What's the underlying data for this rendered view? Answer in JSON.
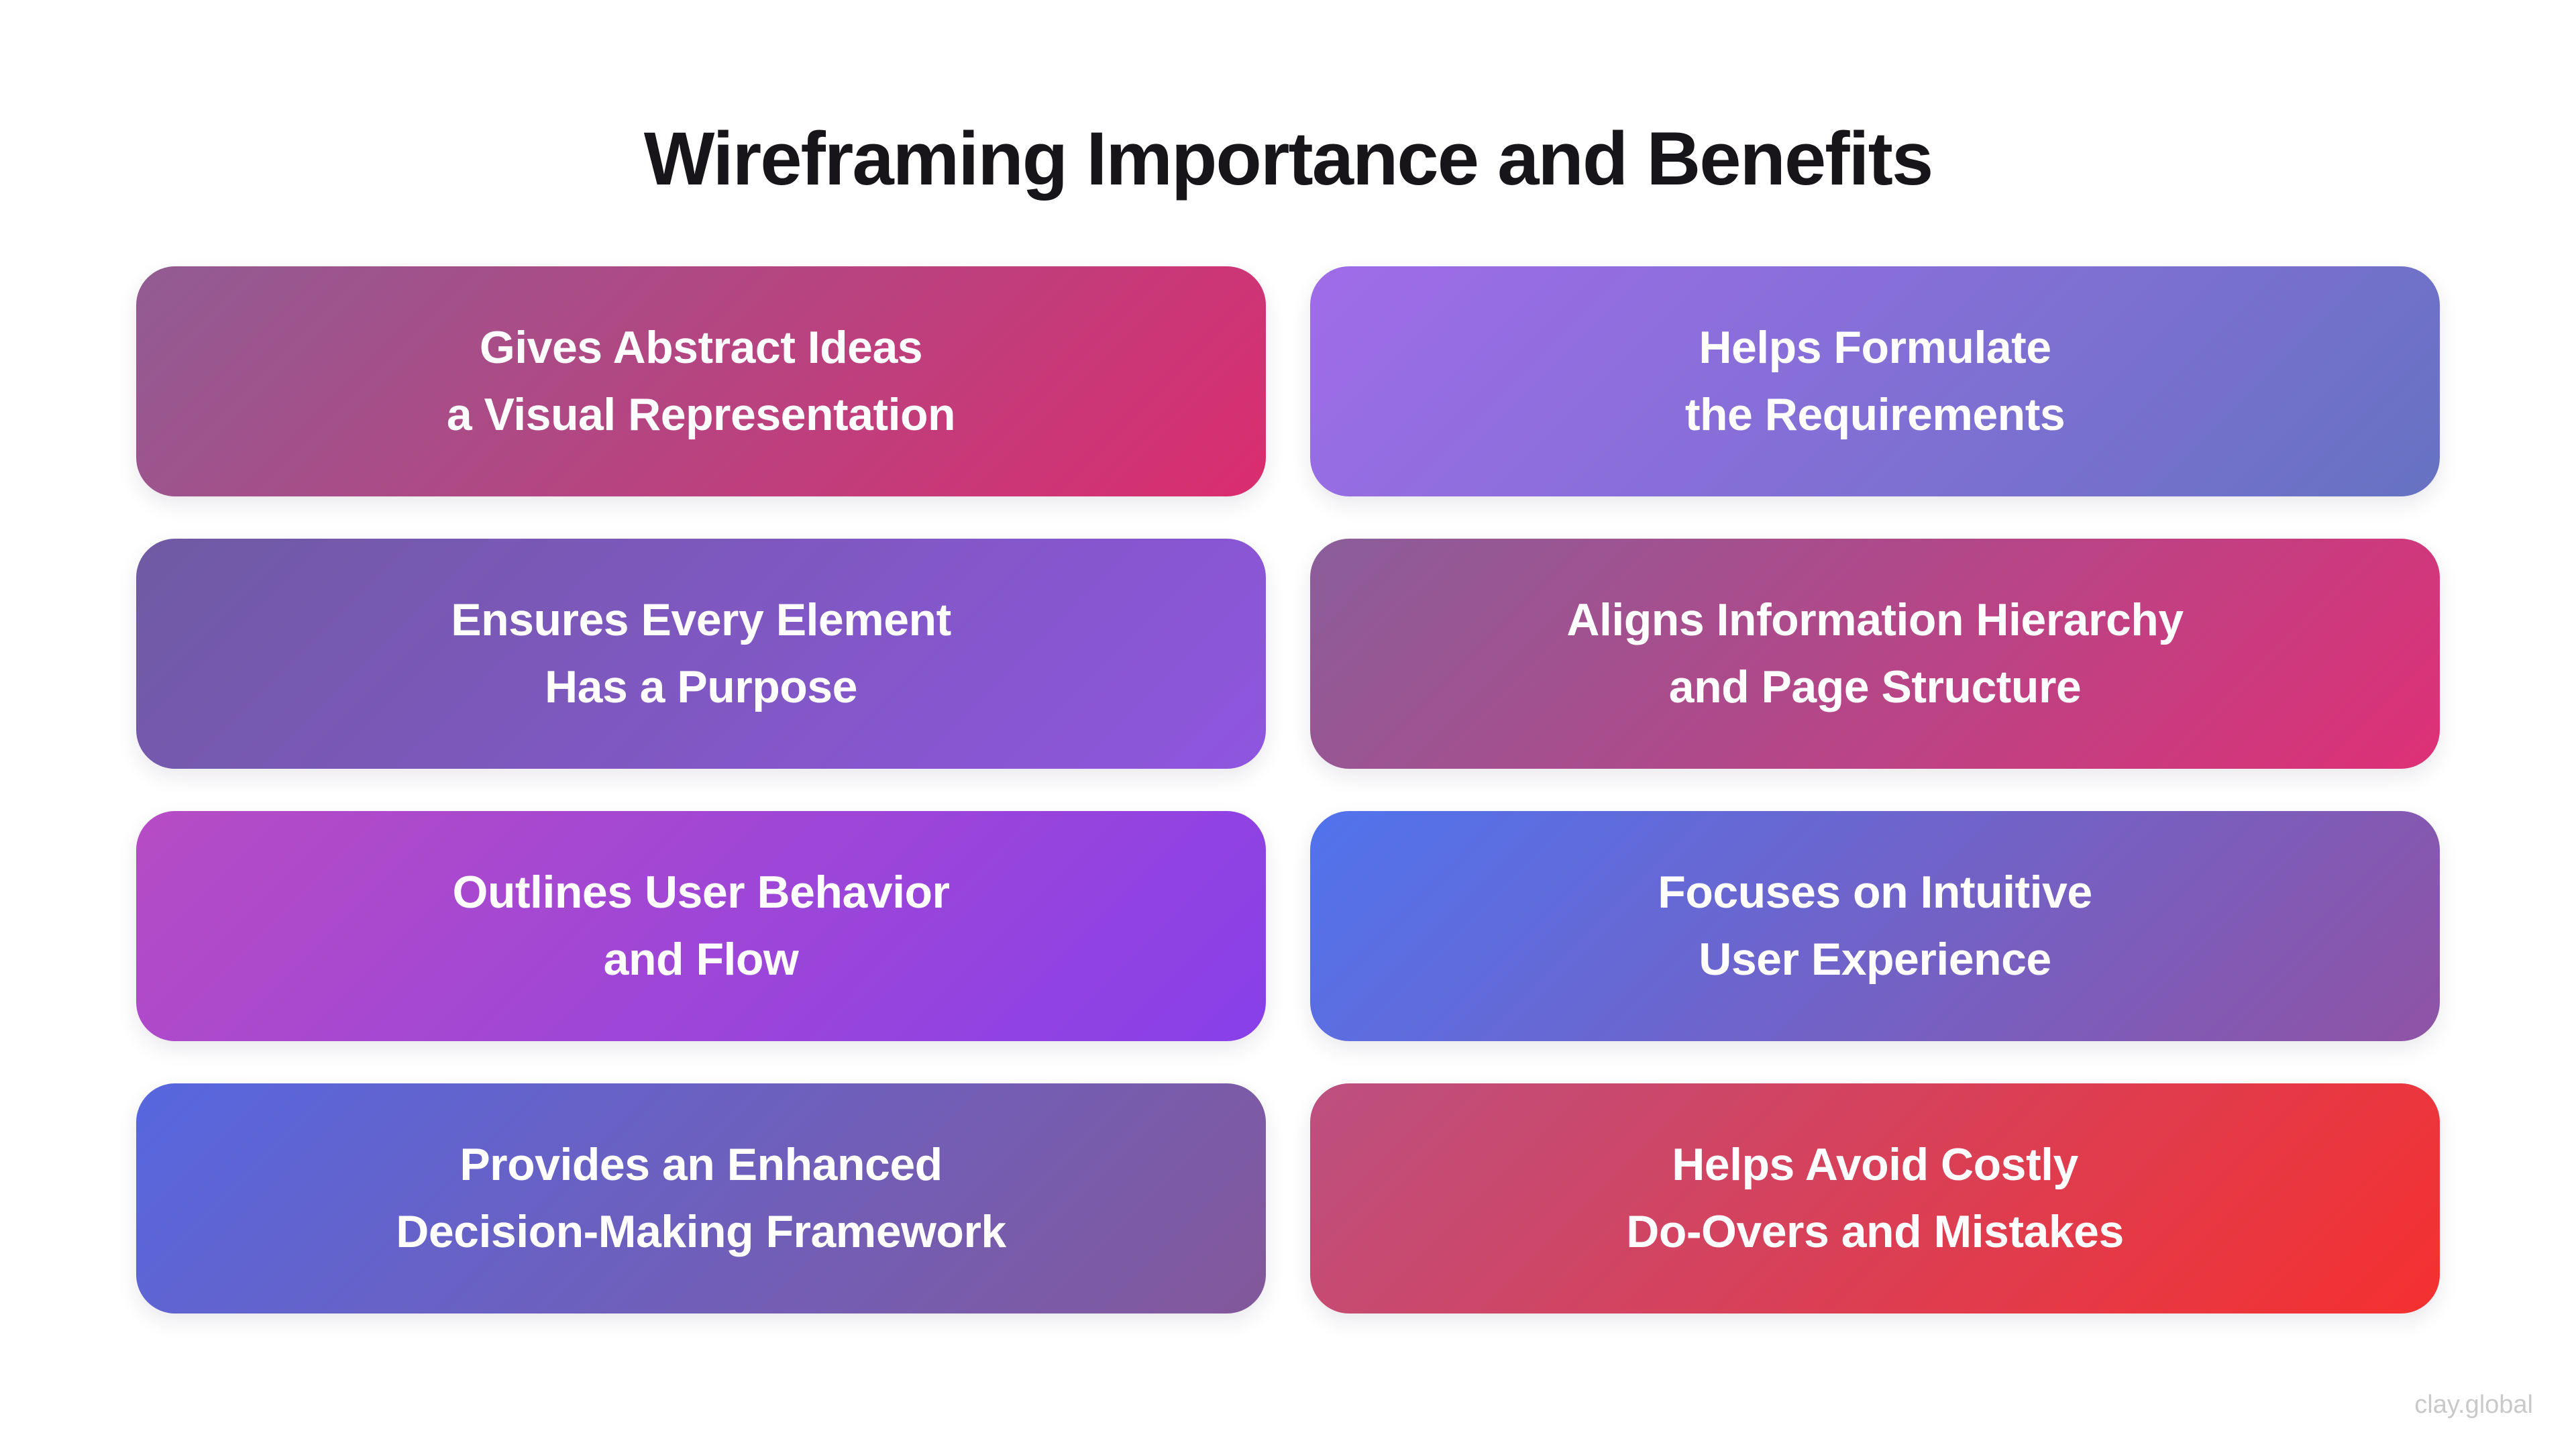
{
  "page": {
    "title": "Wireframing Importance and Benefits",
    "footer": "clay.global",
    "background_color": "#FFFFFF",
    "title_color": "#17151A",
    "card_text_color": "#FFFFFF",
    "footer_color": "#C9C9C9"
  },
  "cards": [
    {
      "line1": "Gives Abstract Ideas",
      "line2": "a Visual Representation",
      "gradient_from": "#915C93",
      "gradient_to": "#DA2D6F",
      "style": "background:linear-gradient(135deg,#915C93 0%,#DA2D6F 100%)"
    },
    {
      "line1": "Helps Formulate",
      "line2": "the Requirements",
      "gradient_from": "#A06CE9",
      "gradient_to": "#6672C2",
      "style": "background:linear-gradient(135deg,#A06CE9 0%,#6672C2 100%)"
    },
    {
      "line1": "Ensures Every Element",
      "line2": "Has a Purpose",
      "gradient_from": "#6F5AA3",
      "gradient_to": "#8F55DF",
      "style": "background:linear-gradient(135deg,#6F5AA3 0%,#8F55DF 100%)"
    },
    {
      "line1": "Aligns Information Hierarchy",
      "line2": "and Page Structure",
      "gradient_from": "#8A5E9A",
      "gradient_to": "#DE3076",
      "style": "background:linear-gradient(135deg,#8A5E9A 0%,#DE3076 100%)"
    },
    {
      "line1": "Outlines User Behavior",
      "line2": "and Flow",
      "gradient_from": "#B64CC4",
      "gradient_to": "#8840E9",
      "style": "background:linear-gradient(135deg,#B64CC4 0%,#8840E9 100%)"
    },
    {
      "line1": "Focuses on Intuitive",
      "line2": "User Experience",
      "gradient_from": "#5173ED",
      "gradient_to": "#8F53A5",
      "style": "background:linear-gradient(135deg,#5173ED 0%,#8F53A5 100%)"
    },
    {
      "line1": "Provides an Enhanced",
      "line2": "Decision-Making Framework",
      "gradient_from": "#5767DF",
      "gradient_to": "#83589B",
      "style": "background:linear-gradient(135deg,#5767DF 0%,#83589B 100%)"
    },
    {
      "line1": "Helps Avoid Costly",
      "line2": "Do-Overs and Mistakes",
      "gradient_from": "#BC5080",
      "gradient_to": "#F5302F",
      "style": "background:linear-gradient(135deg,#BC5080 0%,#F5302F 100%)"
    }
  ]
}
